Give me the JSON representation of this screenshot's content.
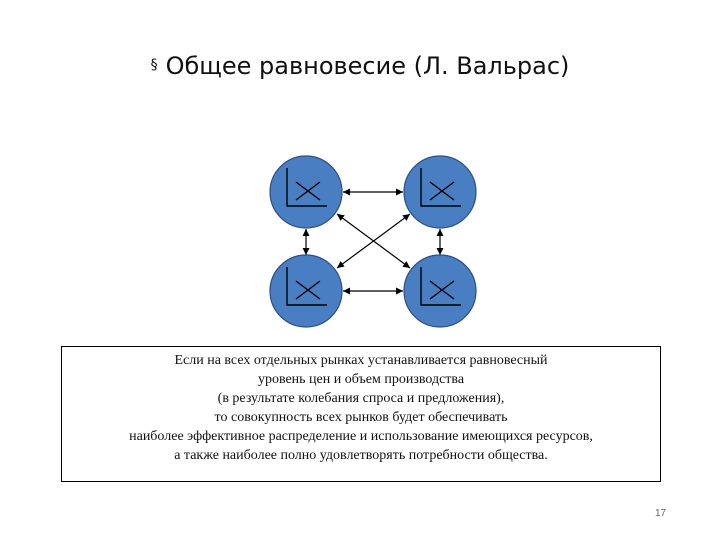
{
  "slide": {
    "title": "Общее равновесие (Л. Вальрас)",
    "bullet": "§",
    "page_number": "17"
  },
  "diagram": {
    "node_color": "#4a7ec3",
    "node_stroke": "#2c4f86",
    "nodes": [
      {
        "id": "market-top-left",
        "icon": "supply-demand-icon"
      },
      {
        "id": "market-top-right",
        "icon": "supply-demand-icon"
      },
      {
        "id": "market-bottom-left",
        "icon": "supply-demand-icon"
      },
      {
        "id": "market-bottom-right",
        "icon": "supply-demand-icon"
      }
    ],
    "edges": [
      {
        "from": "market-top-left",
        "to": "market-top-right",
        "type": "bidirectional"
      },
      {
        "from": "market-bottom-left",
        "to": "market-bottom-right",
        "type": "bidirectional"
      },
      {
        "from": "market-top-left",
        "to": "market-bottom-left",
        "type": "bidirectional"
      },
      {
        "from": "market-top-right",
        "to": "market-bottom-right",
        "type": "bidirectional"
      },
      {
        "from": "market-top-left",
        "to": "market-bottom-right",
        "type": "bidirectional"
      },
      {
        "from": "market-top-right",
        "to": "market-bottom-left",
        "type": "bidirectional"
      }
    ]
  },
  "textbox": {
    "lines": [
      "Если на всех отдельных рынках устанавливается равновесный",
      "уровень цен и объем производства",
      "(в результате колебания спроса и предложения),",
      "то совокупность всех рынков будет обеспечивать",
      "наиболее эффективное распределение и использование имеющихся ресурсов,",
      "а также наиболее полно удовлетворять потребности общества."
    ]
  }
}
